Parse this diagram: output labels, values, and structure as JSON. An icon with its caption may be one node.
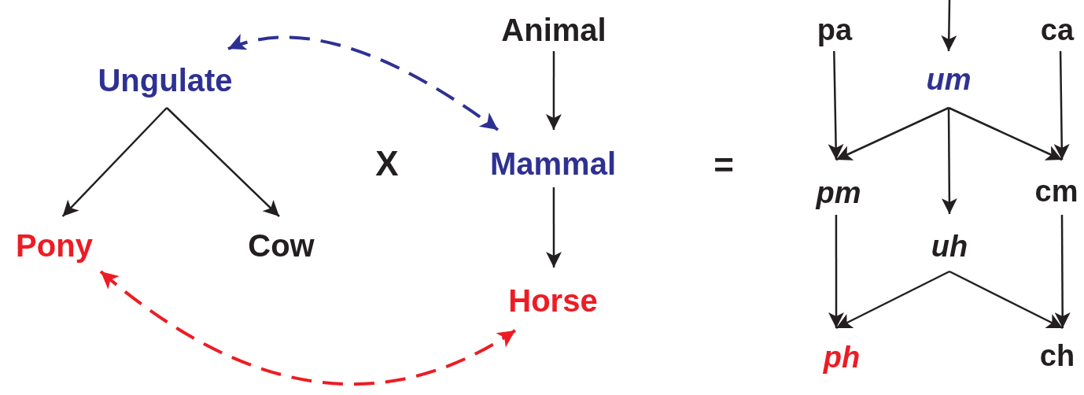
{
  "diagram": {
    "nodes": [
      {
        "text": [
          "Ungulate"
        ]
      },
      {
        "text": [
          "Pony"
        ]
      },
      {
        "text": [
          "Cow"
        ]
      },
      {
        "text": [
          "Animal"
        ]
      },
      {
        "text": [
          "Mammal"
        ]
      },
      {
        "text": [
          "Horse"
        ]
      },
      {
        "text": [
          "pa"
        ]
      },
      {
        "text": [
          "um"
        ]
      },
      {
        "text": [
          "ca"
        ]
      },
      {
        "text": [
          "pm"
        ]
      },
      {
        "text": [
          "cm"
        ]
      },
      {
        "text": [
          "uh"
        ]
      },
      {
        "text": [
          "ph"
        ]
      },
      {
        "text": [
          "ch"
        ]
      }
    ],
    "edges": [
      {
        "from": 0,
        "to": 1,
        "arrow": "to"
      },
      {
        "from": 0,
        "to": 2,
        "arrow": "to"
      },
      {
        "from": 0,
        "to": 4,
        "arrow": "both",
        "style": "dashed",
        "color": "#2e3192"
      },
      {
        "from": 3,
        "to": 4,
        "arrow": "to"
      },
      {
        "from": 4,
        "to": 5,
        "arrow": "to"
      },
      {
        "from": 1,
        "to": 5,
        "arrow": "both",
        "style": "dashed",
        "color": "#ed1c24"
      },
      {
        "from": null,
        "to": 7,
        "arrow": "to"
      },
      {
        "from": 6,
        "to": 9,
        "arrow": "to"
      },
      {
        "from": 7,
        "to": 9,
        "arrow": "to"
      },
      {
        "from": 7,
        "to": 11,
        "arrow": "to"
      },
      {
        "from": 7,
        "to": 10,
        "arrow": "to"
      },
      {
        "from": 8,
        "to": 10,
        "arrow": "to"
      },
      {
        "from": 9,
        "to": 12,
        "arrow": "to"
      },
      {
        "from": 11,
        "to": 12,
        "arrow": "to"
      },
      {
        "from": 11,
        "to": 13,
        "arrow": "to"
      },
      {
        "from": 10,
        "to": 13,
        "arrow": "to"
      }
    ],
    "labels": [
      "X",
      "="
    ]
  }
}
